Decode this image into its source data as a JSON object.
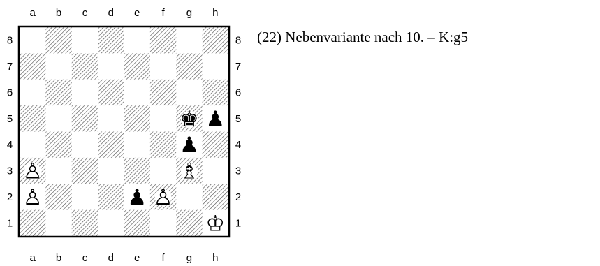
{
  "files": [
    "a",
    "b",
    "c",
    "d",
    "e",
    "f",
    "g",
    "h"
  ],
  "ranks": [
    "8",
    "7",
    "6",
    "5",
    "4",
    "3",
    "2",
    "1"
  ],
  "caption": "(22) Nebenvariante nach 10. – K:g5",
  "pieces": [
    {
      "square": "g5",
      "color": "black",
      "piece": "king",
      "glyph": "♚",
      "icon": "black-king-icon"
    },
    {
      "square": "h5",
      "color": "black",
      "piece": "pawn",
      "glyph": "♟",
      "icon": "black-pawn-icon"
    },
    {
      "square": "g4",
      "color": "black",
      "piece": "pawn",
      "glyph": "♟",
      "icon": "black-pawn-icon"
    },
    {
      "square": "a3",
      "color": "white",
      "piece": "pawn",
      "glyph": "♙",
      "icon": "white-pawn-icon"
    },
    {
      "square": "g3",
      "color": "white",
      "piece": "bishop",
      "glyph": "♗",
      "icon": "white-bishop-icon"
    },
    {
      "square": "a2",
      "color": "white",
      "piece": "pawn",
      "glyph": "♙",
      "icon": "white-pawn-icon"
    },
    {
      "square": "e2",
      "color": "black",
      "piece": "pawn",
      "glyph": "♟",
      "icon": "black-pawn-icon"
    },
    {
      "square": "f2",
      "color": "white",
      "piece": "pawn",
      "glyph": "♙",
      "icon": "white-pawn-icon"
    },
    {
      "square": "h1",
      "color": "white",
      "piece": "king",
      "glyph": "♔",
      "icon": "white-king-icon"
    }
  ]
}
